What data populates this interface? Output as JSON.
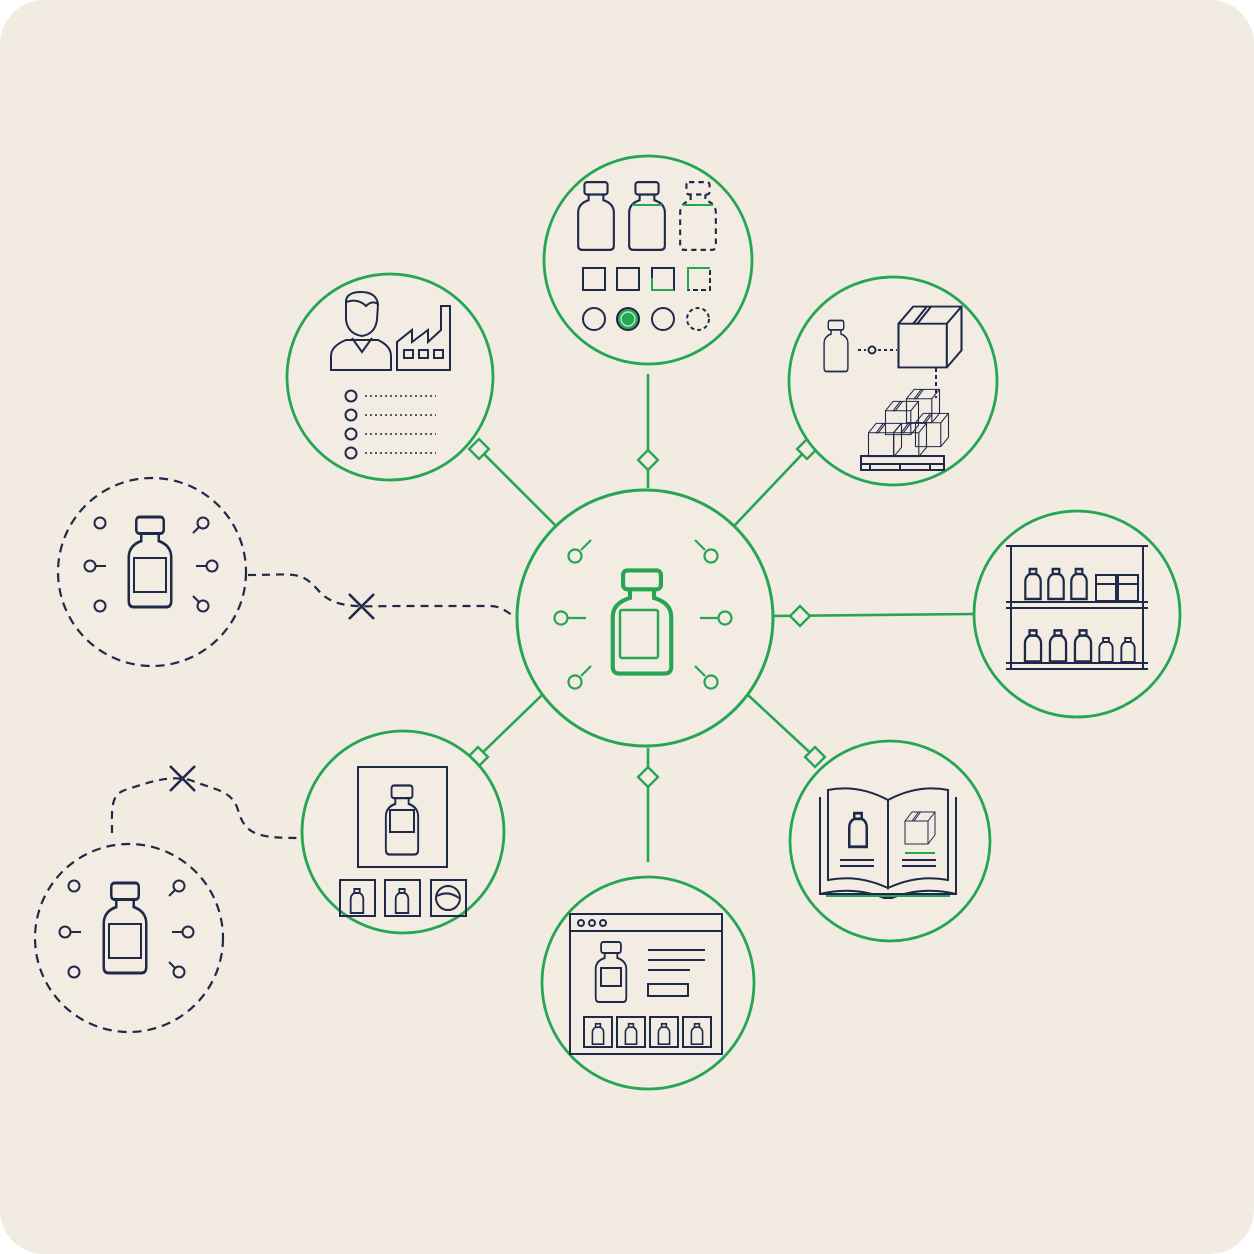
{
  "colors": {
    "background": "#f2ebe2",
    "accent": "#26a552",
    "ink": "#1f2a4a",
    "hub_fill": "#f3ece3"
  },
  "diagram": {
    "hub": {
      "icon": "product-bottle-icon"
    },
    "nodes": [
      {
        "id": "supplier",
        "icon": "person-factory-icon",
        "connected": true
      },
      {
        "id": "variants",
        "icon": "bottle-variants-icon",
        "connected": true
      },
      {
        "id": "packaging",
        "icon": "bottle-box-pallet-icon",
        "connected": true
      },
      {
        "id": "shelf",
        "icon": "retail-shelf-icon",
        "connected": true
      },
      {
        "id": "catalog",
        "icon": "open-catalog-icon",
        "connected": true
      },
      {
        "id": "webshop",
        "icon": "web-storefront-icon",
        "connected": true
      },
      {
        "id": "product-images",
        "icon": "product-images-icon",
        "connected": true
      },
      {
        "id": "orphan-record-1",
        "icon": "orphan-bottle-icon",
        "connected": false
      },
      {
        "id": "orphan-record-2",
        "icon": "orphan-bottle-icon",
        "connected": false
      }
    ],
    "broken_links": [
      "orphan-record-1",
      "orphan-record-2"
    ]
  }
}
